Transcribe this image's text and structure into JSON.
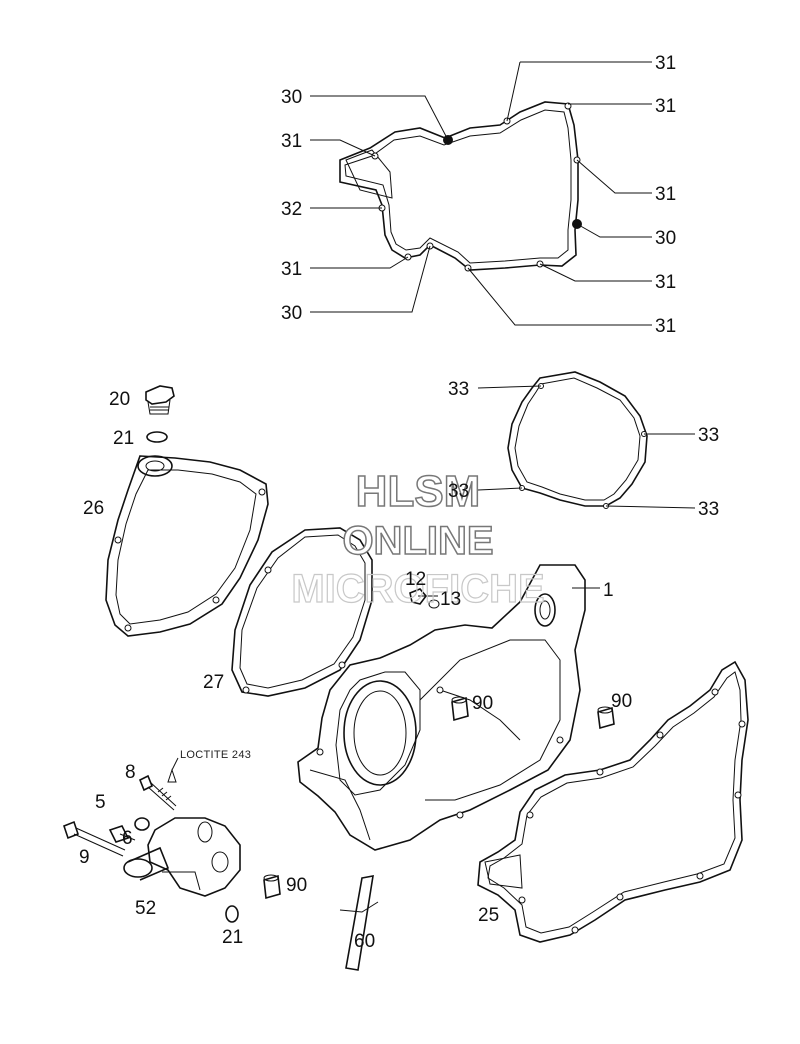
{
  "diagram": {
    "watermark": {
      "line1": "HLSM",
      "line2": "ONLINE",
      "line3": "MICROFICHE"
    },
    "note": "LOCTITE 243",
    "callouts": [
      {
        "id": "c31a",
        "text": "31"
      },
      {
        "id": "c31b",
        "text": "31"
      },
      {
        "id": "c30a",
        "text": "30"
      },
      {
        "id": "c31c",
        "text": "31"
      },
      {
        "id": "c31d",
        "text": "31"
      },
      {
        "id": "c32",
        "text": "32"
      },
      {
        "id": "c30b",
        "text": "30"
      },
      {
        "id": "c31e",
        "text": "31"
      },
      {
        "id": "c31f",
        "text": "31"
      },
      {
        "id": "c30c",
        "text": "30"
      },
      {
        "id": "c31g",
        "text": "31"
      },
      {
        "id": "c33a",
        "text": "33"
      },
      {
        "id": "c33b",
        "text": "33"
      },
      {
        "id": "c33c",
        "text": "33"
      },
      {
        "id": "c33d",
        "text": "33"
      },
      {
        "id": "c20",
        "text": "20"
      },
      {
        "id": "c21a",
        "text": "21"
      },
      {
        "id": "c26",
        "text": "26"
      },
      {
        "id": "c12",
        "text": "12"
      },
      {
        "id": "c13",
        "text": "13"
      },
      {
        "id": "c1",
        "text": "1"
      },
      {
        "id": "c27",
        "text": "27"
      },
      {
        "id": "c90a",
        "text": "90"
      },
      {
        "id": "c90b",
        "text": "90"
      },
      {
        "id": "c8",
        "text": "8"
      },
      {
        "id": "c5",
        "text": "5"
      },
      {
        "id": "c6",
        "text": "6"
      },
      {
        "id": "c9",
        "text": "9"
      },
      {
        "id": "c52",
        "text": "52"
      },
      {
        "id": "c90c",
        "text": "90"
      },
      {
        "id": "c21b",
        "text": "21"
      },
      {
        "id": "c60",
        "text": "60"
      },
      {
        "id": "c25",
        "text": "25"
      }
    ]
  }
}
